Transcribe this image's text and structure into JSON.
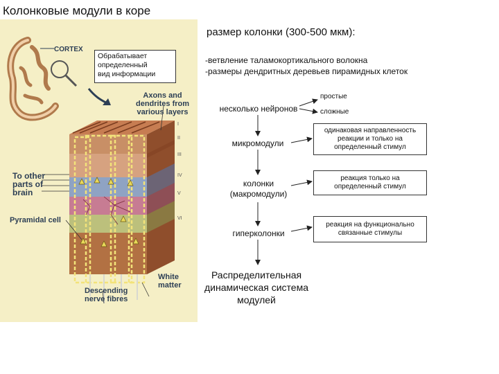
{
  "title": "Колонковые модули в коре",
  "figure": {
    "callout": [
      "Обрабатывает",
      "определенный",
      "вид информации"
    ],
    "labels": {
      "cortex": "CORTEX",
      "axons": [
        "Axons and",
        "dendrites from",
        "various layers"
      ],
      "to_other": [
        "To other",
        "parts of",
        "brain"
      ],
      "pyramidal": "Pyramidal cell",
      "white_matter": [
        "White",
        "matter"
      ],
      "descending": [
        "Descending",
        "nerve fibres"
      ]
    },
    "layers": [
      "I",
      "II",
      "III",
      "IV",
      "V",
      "VI"
    ]
  },
  "right": {
    "column_size": "размер колонки (300-500 мкм):",
    "params": [
      "-ветвление таламокортикального волокна",
      "-размеры дендритных деревьев пирамидных клеток"
    ],
    "hierarchy": {
      "n1": "несколько нейронов",
      "simple": "простые",
      "complex": "сложные",
      "n2": "микромодули",
      "n3": [
        "колонки",
        "(макромодули)"
      ],
      "n4": "гиперколонки",
      "n5": [
        "Распределительная",
        "динамическая система",
        "модулей"
      ]
    },
    "boxes": [
      [
        "одинаковая направленность",
        "реакции и только на",
        "определенный стимул"
      ],
      [
        "реакция только на",
        "определенный стимул"
      ],
      [
        "реакция на функционально",
        "связанные стимулы"
      ]
    ]
  }
}
